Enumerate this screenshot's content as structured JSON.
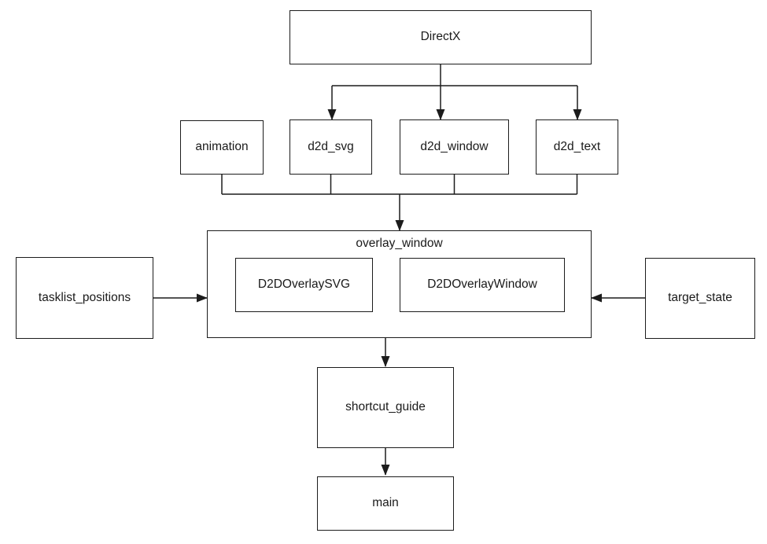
{
  "diagram": {
    "type": "dependency-graph",
    "colors": {
      "background": "#ffffff",
      "box_fill": "#ffffff",
      "line": "#1c1c1c",
      "text": "#1a1a1a"
    },
    "nodes": {
      "directx": {
        "label": "DirectX"
      },
      "animation": {
        "label": "animation"
      },
      "d2d_svg": {
        "label": "d2d_svg"
      },
      "d2d_window": {
        "label": "d2d_window"
      },
      "d2d_text": {
        "label": "d2d_text"
      },
      "overlay_window": {
        "label": "overlay_window"
      },
      "d2d_overlay_svg": {
        "label": "D2DOverlaySVG"
      },
      "d2d_overlay_window": {
        "label": "D2DOverlayWindow"
      },
      "tasklist_positions": {
        "label": "tasklist_positions"
      },
      "target_state": {
        "label": "target_state"
      },
      "shortcut_guide": {
        "label": "shortcut_guide"
      },
      "main": {
        "label": "main"
      }
    },
    "edges": [
      {
        "from": "DirectX",
        "to": "d2d_svg"
      },
      {
        "from": "DirectX",
        "to": "d2d_window"
      },
      {
        "from": "DirectX",
        "to": "d2d_text"
      },
      {
        "from": "animation",
        "to": "overlay_window"
      },
      {
        "from": "d2d_svg",
        "to": "overlay_window"
      },
      {
        "from": "d2d_window",
        "to": "overlay_window"
      },
      {
        "from": "d2d_text",
        "to": "overlay_window"
      },
      {
        "from": "tasklist_positions",
        "to": "overlay_window"
      },
      {
        "from": "target_state",
        "to": "overlay_window"
      },
      {
        "from": "overlay_window",
        "to": "shortcut_guide"
      },
      {
        "from": "shortcut_guide",
        "to": "main"
      }
    ]
  }
}
